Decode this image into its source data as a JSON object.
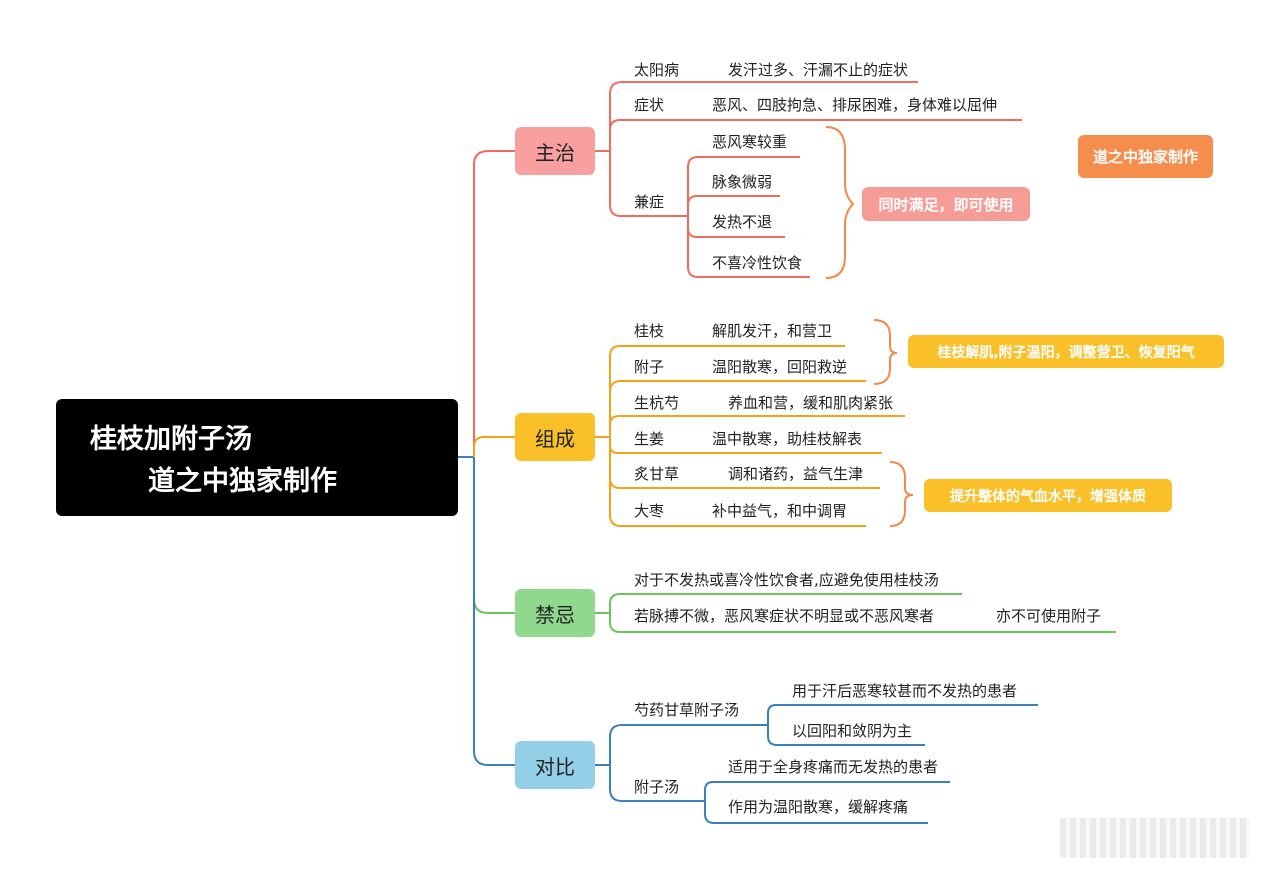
{
  "root": {
    "line1": "桂枝加附子汤",
    "line2": "道之中独家制作"
  },
  "colors": {
    "red": "#f26b5f",
    "orange": "#f5a21b",
    "green": "#6cc55c",
    "blue": "#3b7fc0",
    "node_red": "#f8a0a0",
    "node_orange": "#f9c02a",
    "node_green": "#8fd88c",
    "node_blue": "#94cfe8"
  },
  "branches": {
    "zhuzhi": {
      "label": "主治",
      "items": [
        {
          "label": "太阳病",
          "desc": "发汗过多、汗漏不止的症状"
        },
        {
          "label": "症状",
          "desc": "恶风、四肢拘急、排尿困难，身体难以屈伸"
        },
        {
          "label": "兼症",
          "subs": [
            "恶风寒较重",
            "脉象微弱",
            "发热不退",
            "不喜冷性饮食"
          ]
        }
      ],
      "note": "同时满足，即可使用",
      "badge": "道之中独家制作"
    },
    "zucheng": {
      "label": "组成",
      "items": [
        {
          "label": "桂枝",
          "desc": "解肌发汗，和营卫"
        },
        {
          "label": "附子",
          "desc": "温阳散寒，回阳救逆"
        },
        {
          "label": "生杭芍",
          "desc": "养血和营，缓和肌肉紧张"
        },
        {
          "label": "生姜",
          "desc": "温中散寒，助桂枝解表"
        },
        {
          "label": "炙甘草",
          "desc": "调和诸药，益气生津"
        },
        {
          "label": "大枣",
          "desc": "补中益气，和中调胃"
        }
      ],
      "note1": "桂枝解肌,附子温阳，调整营卫、恢复阳气",
      "note2": "提升整体的气血水平，增强体质"
    },
    "jinji": {
      "label": "禁忌",
      "items": [
        "对于不发热或喜冷性饮食者,应避免使用桂枝汤",
        "若脉搏不微，恶风寒症状不明显或不恶风寒者",
        "亦不可使用附子"
      ]
    },
    "duibi": {
      "label": "对比",
      "items": [
        {
          "label": "芍药甘草附子汤",
          "subs": [
            "用于汗后恶寒较甚而不发热的患者",
            "以回阳和敛阴为主"
          ]
        },
        {
          "label": "附子汤",
          "subs": [
            "适用于全身疼痛而无发热的患者",
            "作用为温阳散寒，缓解疼痛"
          ]
        }
      ]
    }
  }
}
